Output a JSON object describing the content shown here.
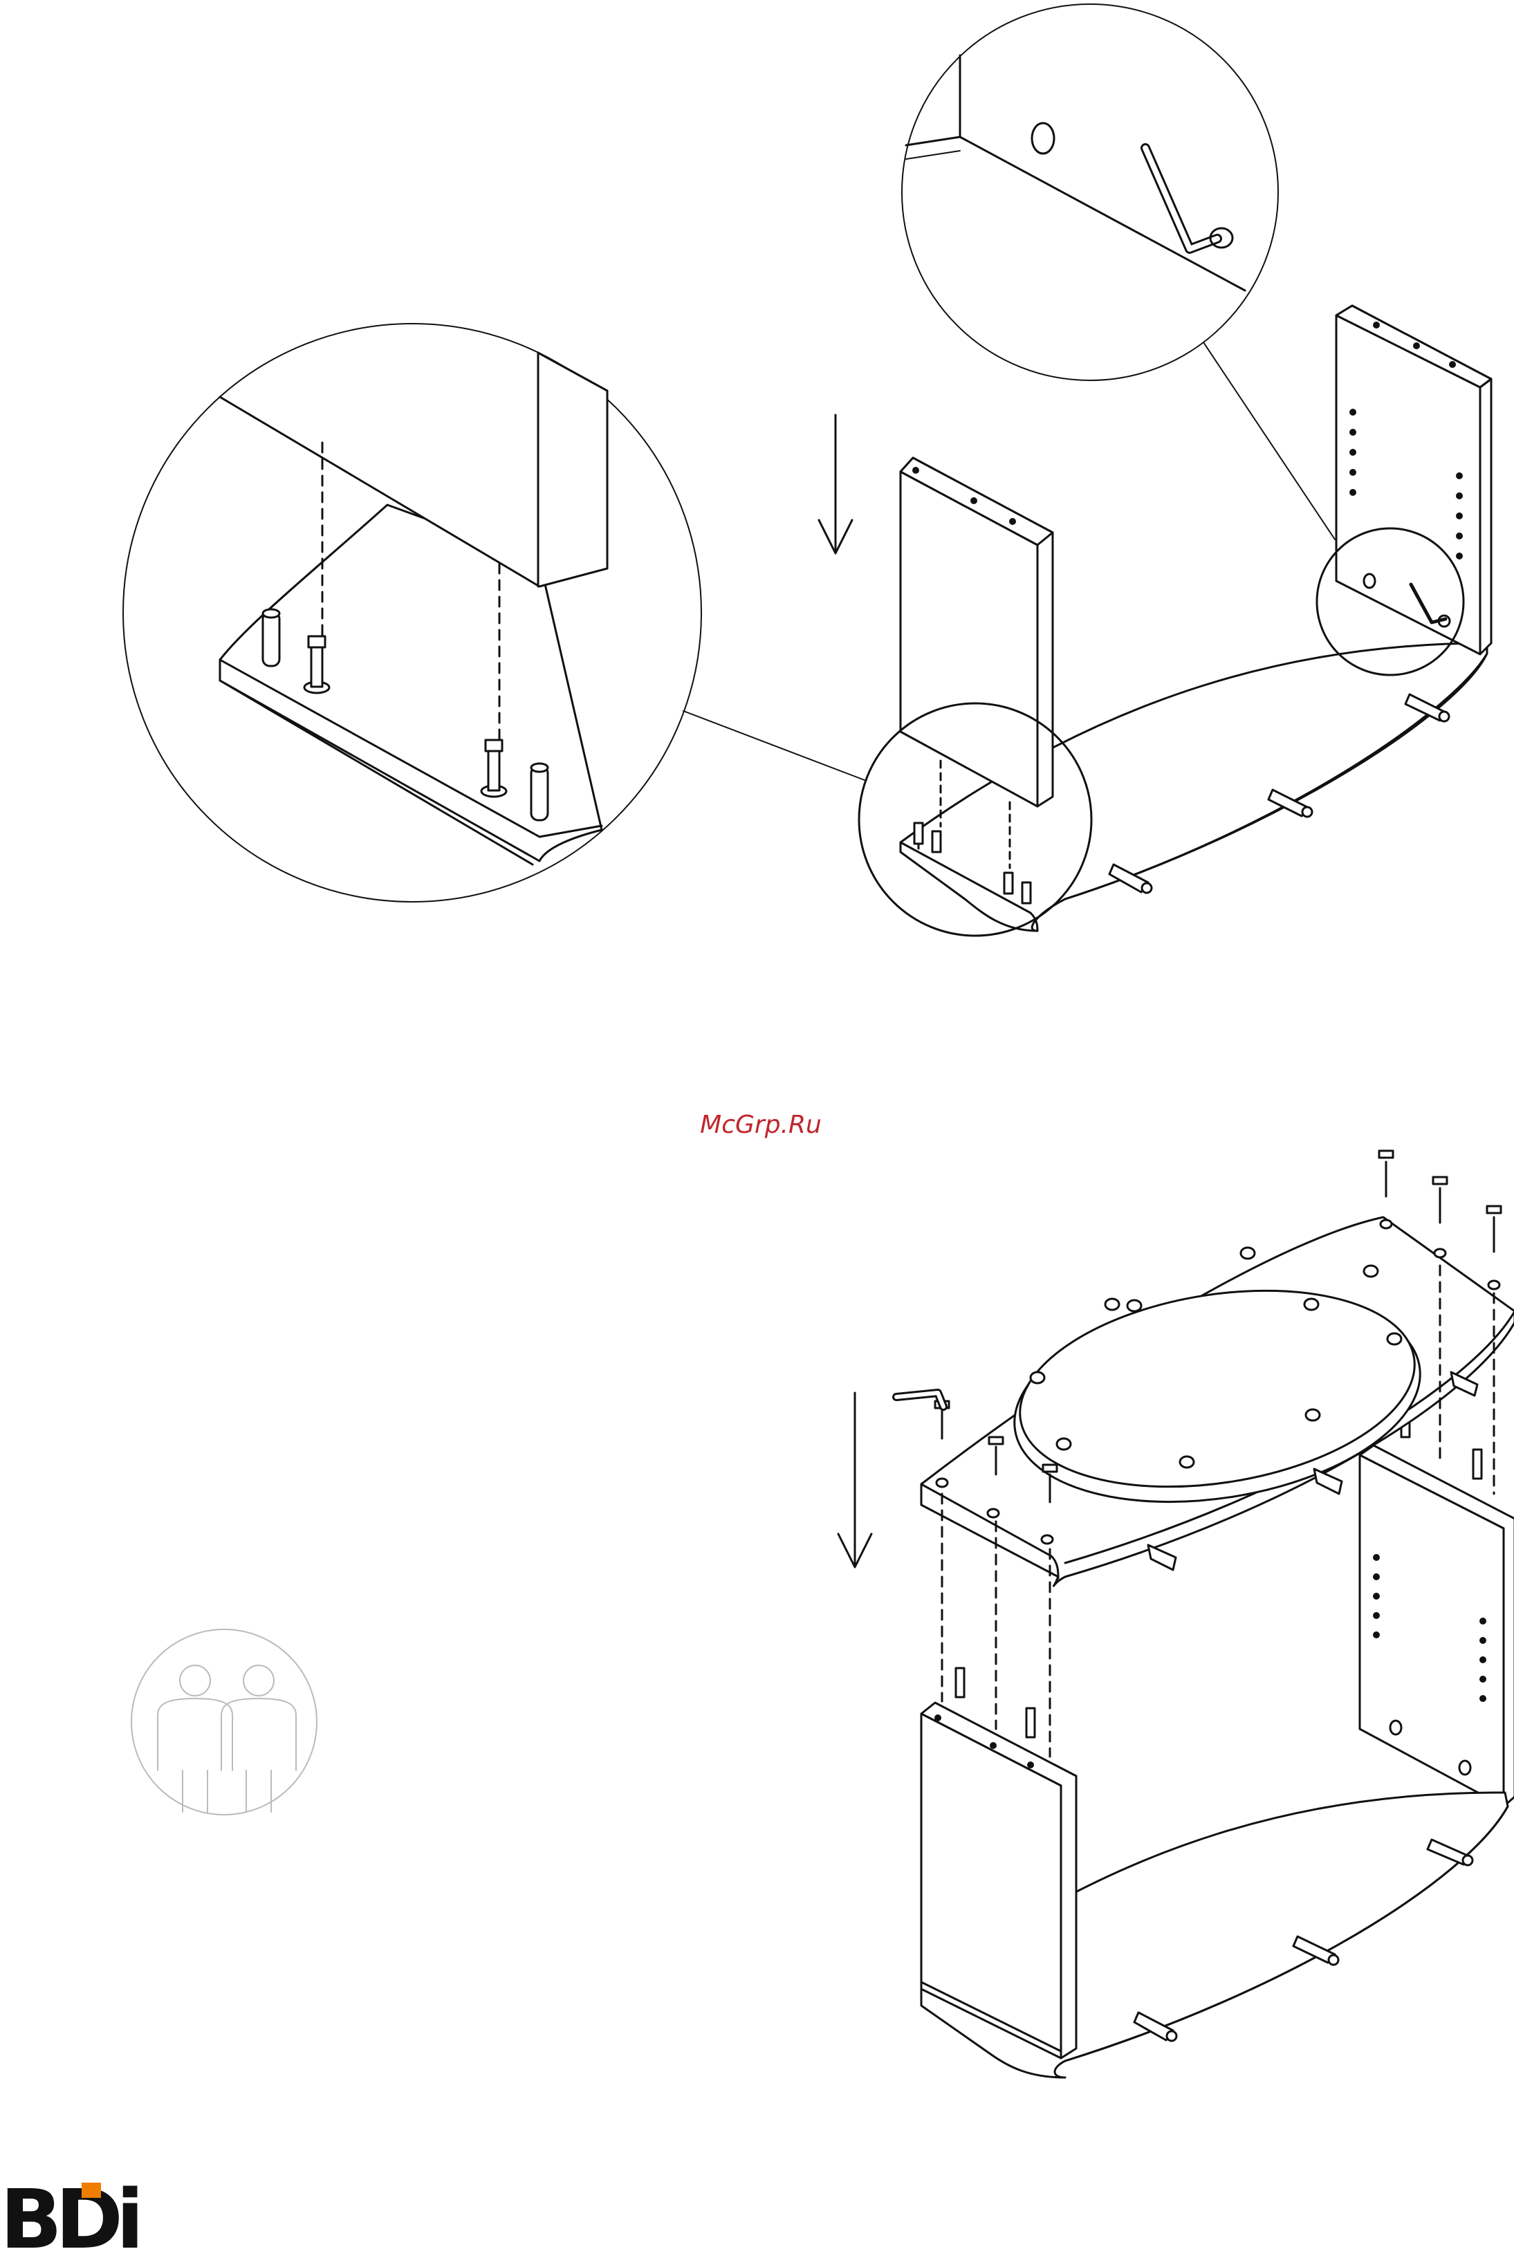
{
  "watermark": {
    "text": "McGrp.Ru",
    "color": "#c0262d"
  },
  "brand": {
    "logo_text": "BDi",
    "accent_color": "#ef7d00"
  },
  "steps": [
    {
      "content": "attach-side-panels-to-base",
      "icons": [
        "arrow-down-icon",
        "hex-key-icon",
        "cam-bolt-icon",
        "wood-dowel-icon",
        "hinge-icon"
      ]
    },
    {
      "content": "attach-top-to-cabinet",
      "icons": [
        "arrow-down-icon",
        "hex-key-icon",
        "screw-icon",
        "wood-dowel-icon",
        "two-person-icon"
      ]
    }
  ]
}
